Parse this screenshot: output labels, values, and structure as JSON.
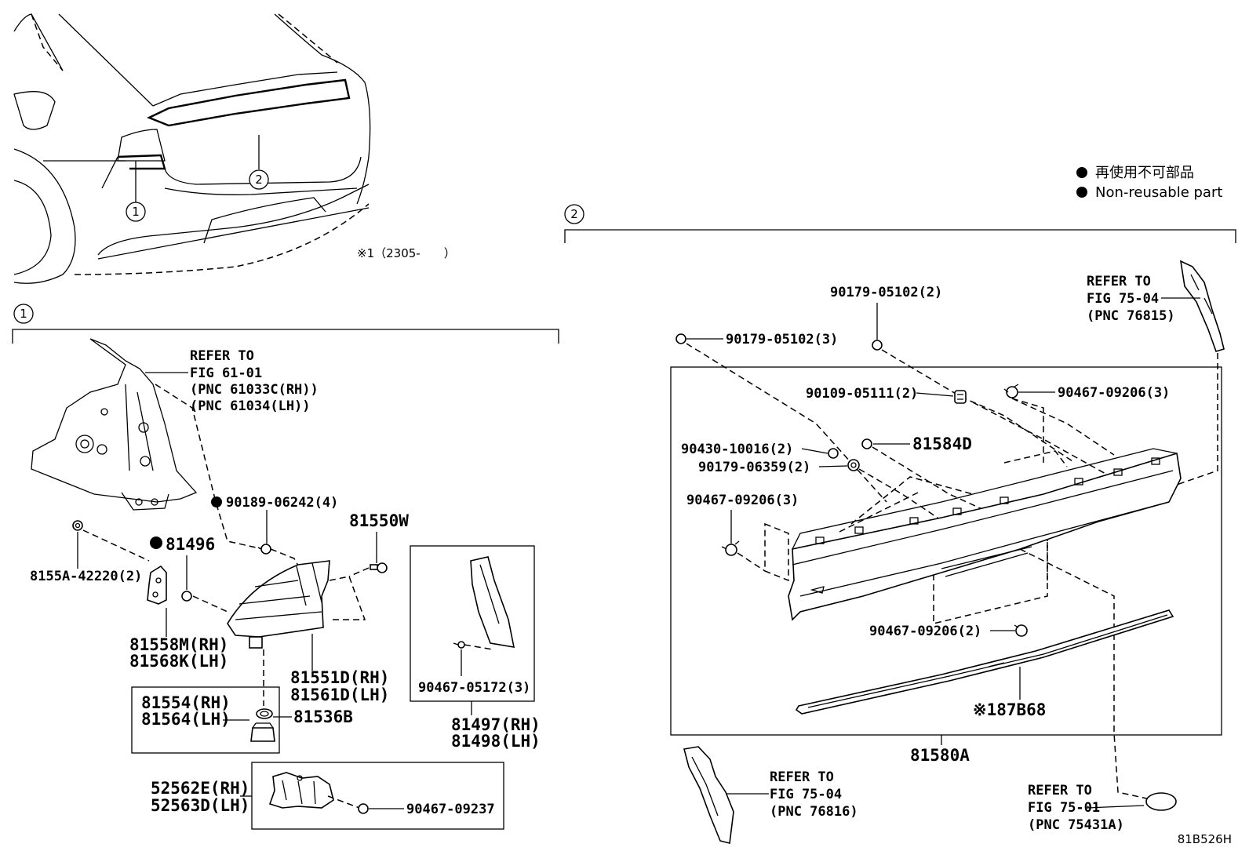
{
  "legend": {
    "jp": "再使用不可部品",
    "en": "Non-reusable part"
  },
  "callouts": {
    "c1": "1",
    "c2": "2",
    "sec1": "1",
    "sec2": "2"
  },
  "note_top": "※1（2305-　　）",
  "diagram_code": "81B526H",
  "section1": {
    "ref_fig61": [
      "REFER TO",
      "FIG 61-01",
      "(PNC 61033C(RH))",
      "(PNC 61034(LH))"
    ],
    "p_90189": "90189-06242(4)",
    "p_81550W": "81550W",
    "p_81496": "81496",
    "p_8155A": "8155A-42220(2)",
    "p_81558M": "81558M(RH)",
    "p_81568K": "81568K(LH)",
    "p_81551D": "81551D(RH)",
    "p_81561D": "81561D(LH)",
    "p_81554": "81554(RH)",
    "p_81564": "81564(LH)",
    "p_81536B": "81536B",
    "p_90467_05172": "90467-05172(3)",
    "p_81497": "81497(RH)",
    "p_81498": "81498(LH)",
    "p_52562E": "52562E(RH)",
    "p_52563D": "52563D(LH)",
    "p_90467_09237": "90467-09237"
  },
  "section2": {
    "p_90179_05102_2": "90179-05102(2)",
    "p_90179_05102_3": "90179-05102(3)",
    "p_90109": "90109-05111(2)",
    "p_90467_09206_3a": "90467-09206(3)",
    "p_81584D": "81584D",
    "p_90430": "90430-10016(2)",
    "p_90179_06359": "90179-06359(2)",
    "p_90467_09206_3b": "90467-09206(3)",
    "p_90467_09206_2": "90467-09206(2)",
    "p_87B68": "※187B68",
    "p_81580A": "81580A",
    "ref_fig75_04a": [
      "REFER TO",
      "FIG 75-04",
      "(PNC 76815)"
    ],
    "ref_fig75_04b": [
      "REFER TO",
      "FIG 75-04",
      "(PNC 76816)"
    ],
    "ref_fig75_01": [
      "REFER TO",
      "FIG 75-01",
      "(PNC 75431A)"
    ]
  }
}
